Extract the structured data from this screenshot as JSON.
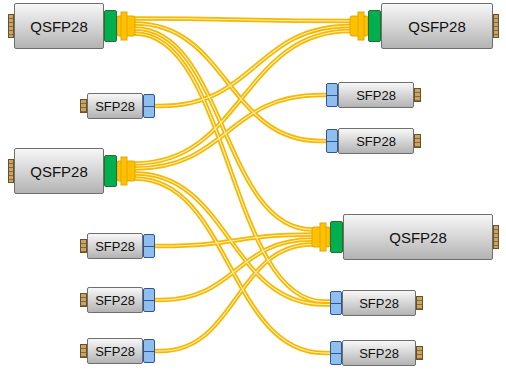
{
  "diagram": {
    "nodes": [
      {
        "text": [
          "QSFP28"
        ]
      },
      {
        "text": [
          "QSFP28"
        ]
      },
      {
        "text": [
          "SFP28"
        ]
      },
      {
        "text": [
          "SFP28"
        ]
      },
      {
        "text": [
          "SFP28"
        ]
      },
      {
        "text": [
          "QSFP28"
        ]
      },
      {
        "text": [
          "QSFP28"
        ]
      },
      {
        "text": [
          "SFP28"
        ]
      },
      {
        "text": [
          "SFP28"
        ]
      },
      {
        "text": [
          "SFP28"
        ]
      },
      {
        "text": [
          "SFP28"
        ]
      },
      {
        "text": [
          "SFP28"
        ]
      }
    ],
    "edges": [
      {
        "from": 0,
        "to": 1,
        "arrow": "none"
      },
      {
        "from": 0,
        "to": 4,
        "arrow": "none"
      },
      {
        "from": 0,
        "to": 6,
        "arrow": "none"
      },
      {
        "from": 0,
        "to": 8,
        "arrow": "none"
      },
      {
        "from": 2,
        "to": 1,
        "arrow": "none"
      },
      {
        "from": 5,
        "to": 1,
        "arrow": "none"
      },
      {
        "from": 5,
        "to": 3,
        "arrow": "none"
      },
      {
        "from": 5,
        "to": 8,
        "arrow": "none"
      },
      {
        "from": 5,
        "to": 10,
        "arrow": "none"
      },
      {
        "from": 7,
        "to": 6,
        "arrow": "none"
      },
      {
        "from": 9,
        "to": 6,
        "arrow": "none"
      },
      {
        "from": 11,
        "to": 6,
        "arrow": "none"
      }
    ]
  }
}
